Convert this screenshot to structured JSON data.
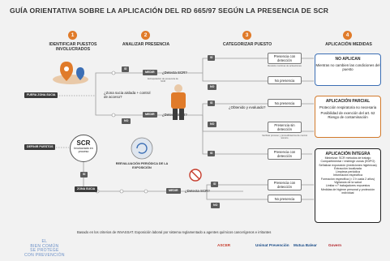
{
  "title": "GUÍA ORIENTATIVA SOBRE LA APLICACIÓN DEL RD 665/97 SEGÚN LA PRESENCIA DE SCR",
  "steps": [
    {
      "num": "1",
      "title": "IDENTIFICAR PUESTOS INVOLUCRADOS"
    },
    {
      "num": "2",
      "title": "ANALIZAR PRESENCIA"
    },
    {
      "num": "3",
      "title": "CATEGORIZAR PUESTO"
    },
    {
      "num": "4",
      "title": "APLICACIÓN MEDIDAS"
    }
  ],
  "tags": {
    "fuera_zona_sucia": "FUERA ZONA SUCIA",
    "definir_puestos": "DEFINIR PUESTOS",
    "zona_sucia": "ZONA SUCIA",
    "medir": "MEDIR",
    "si": "SÍ",
    "no": "NO"
  },
  "questions": {
    "detecta": "¿Detecta SCR?",
    "aislada": "¿Zona sucia aislada + control de acceso?",
    "obtenido": "¿Obtenido y evaluado?",
    "extrapolar": "Extrapolación de presencia de SCR"
  },
  "results": {
    "presencia_con": "Presencia con detección",
    "no_presencia": "No presencia",
    "presencia_sin": "Presencia sin detección",
    "note1": "Revisión continua de actuaciones",
    "note2": "Verificar proceso y procedimientos de control técnico"
  },
  "scr": {
    "big": "SCR",
    "small": "Involucrado en proceso"
  },
  "reeval": "REEVALUACIÓN PERIÓDICA DE LA EXPOSICIÓN",
  "panels": {
    "no_aplican": {
      "head": "NO APLICAN",
      "body": "Mientras no cambien las condiciones del puesto"
    },
    "parcial": {
      "head": "APLICACIÓN PARCIAL",
      "body1": "Protección respiratoria no necesaria",
      "body2": "Posibilidad de exención del art. 62 Riesgo de contaminación"
    },
    "integra": {
      "head": "APLICACIÓN ÍNTEGRA",
      "lines": [
        "Minimizar: SCR métodos de trabajo",
        "Compartimentar / restringir zonas (EDPO)",
        "Señalizar exposición (mediciones higiénicas)",
        "Extracción localizada",
        "Limpieza periódica",
        "Información específica",
        "Formación específica (> 2 h cada 2 años)",
        "Vigilancia de la salud",
        "Limitar n.º trabajadores expuestos",
        "Medidas de higiene personal y protección individual"
      ]
    }
  },
  "footer": "Basado en los criterios de INVASSAT. Exposición laboral por sistema reglamentado a agentes químicos cancerígenos e irritantes",
  "brand": {
    "line1": "EL",
    "line2": "BIEN COMÚN",
    "line3": "SE PROTEGE",
    "line4": "CON PREVENCIÓN"
  },
  "logos": [
    "ASCER",
    "Unimat Prevención",
    "Mutua Balear",
    "Govern"
  ],
  "colors": {
    "accent": "#e07b2a",
    "blue": "#3c6fb5",
    "dark": "#222222"
  }
}
